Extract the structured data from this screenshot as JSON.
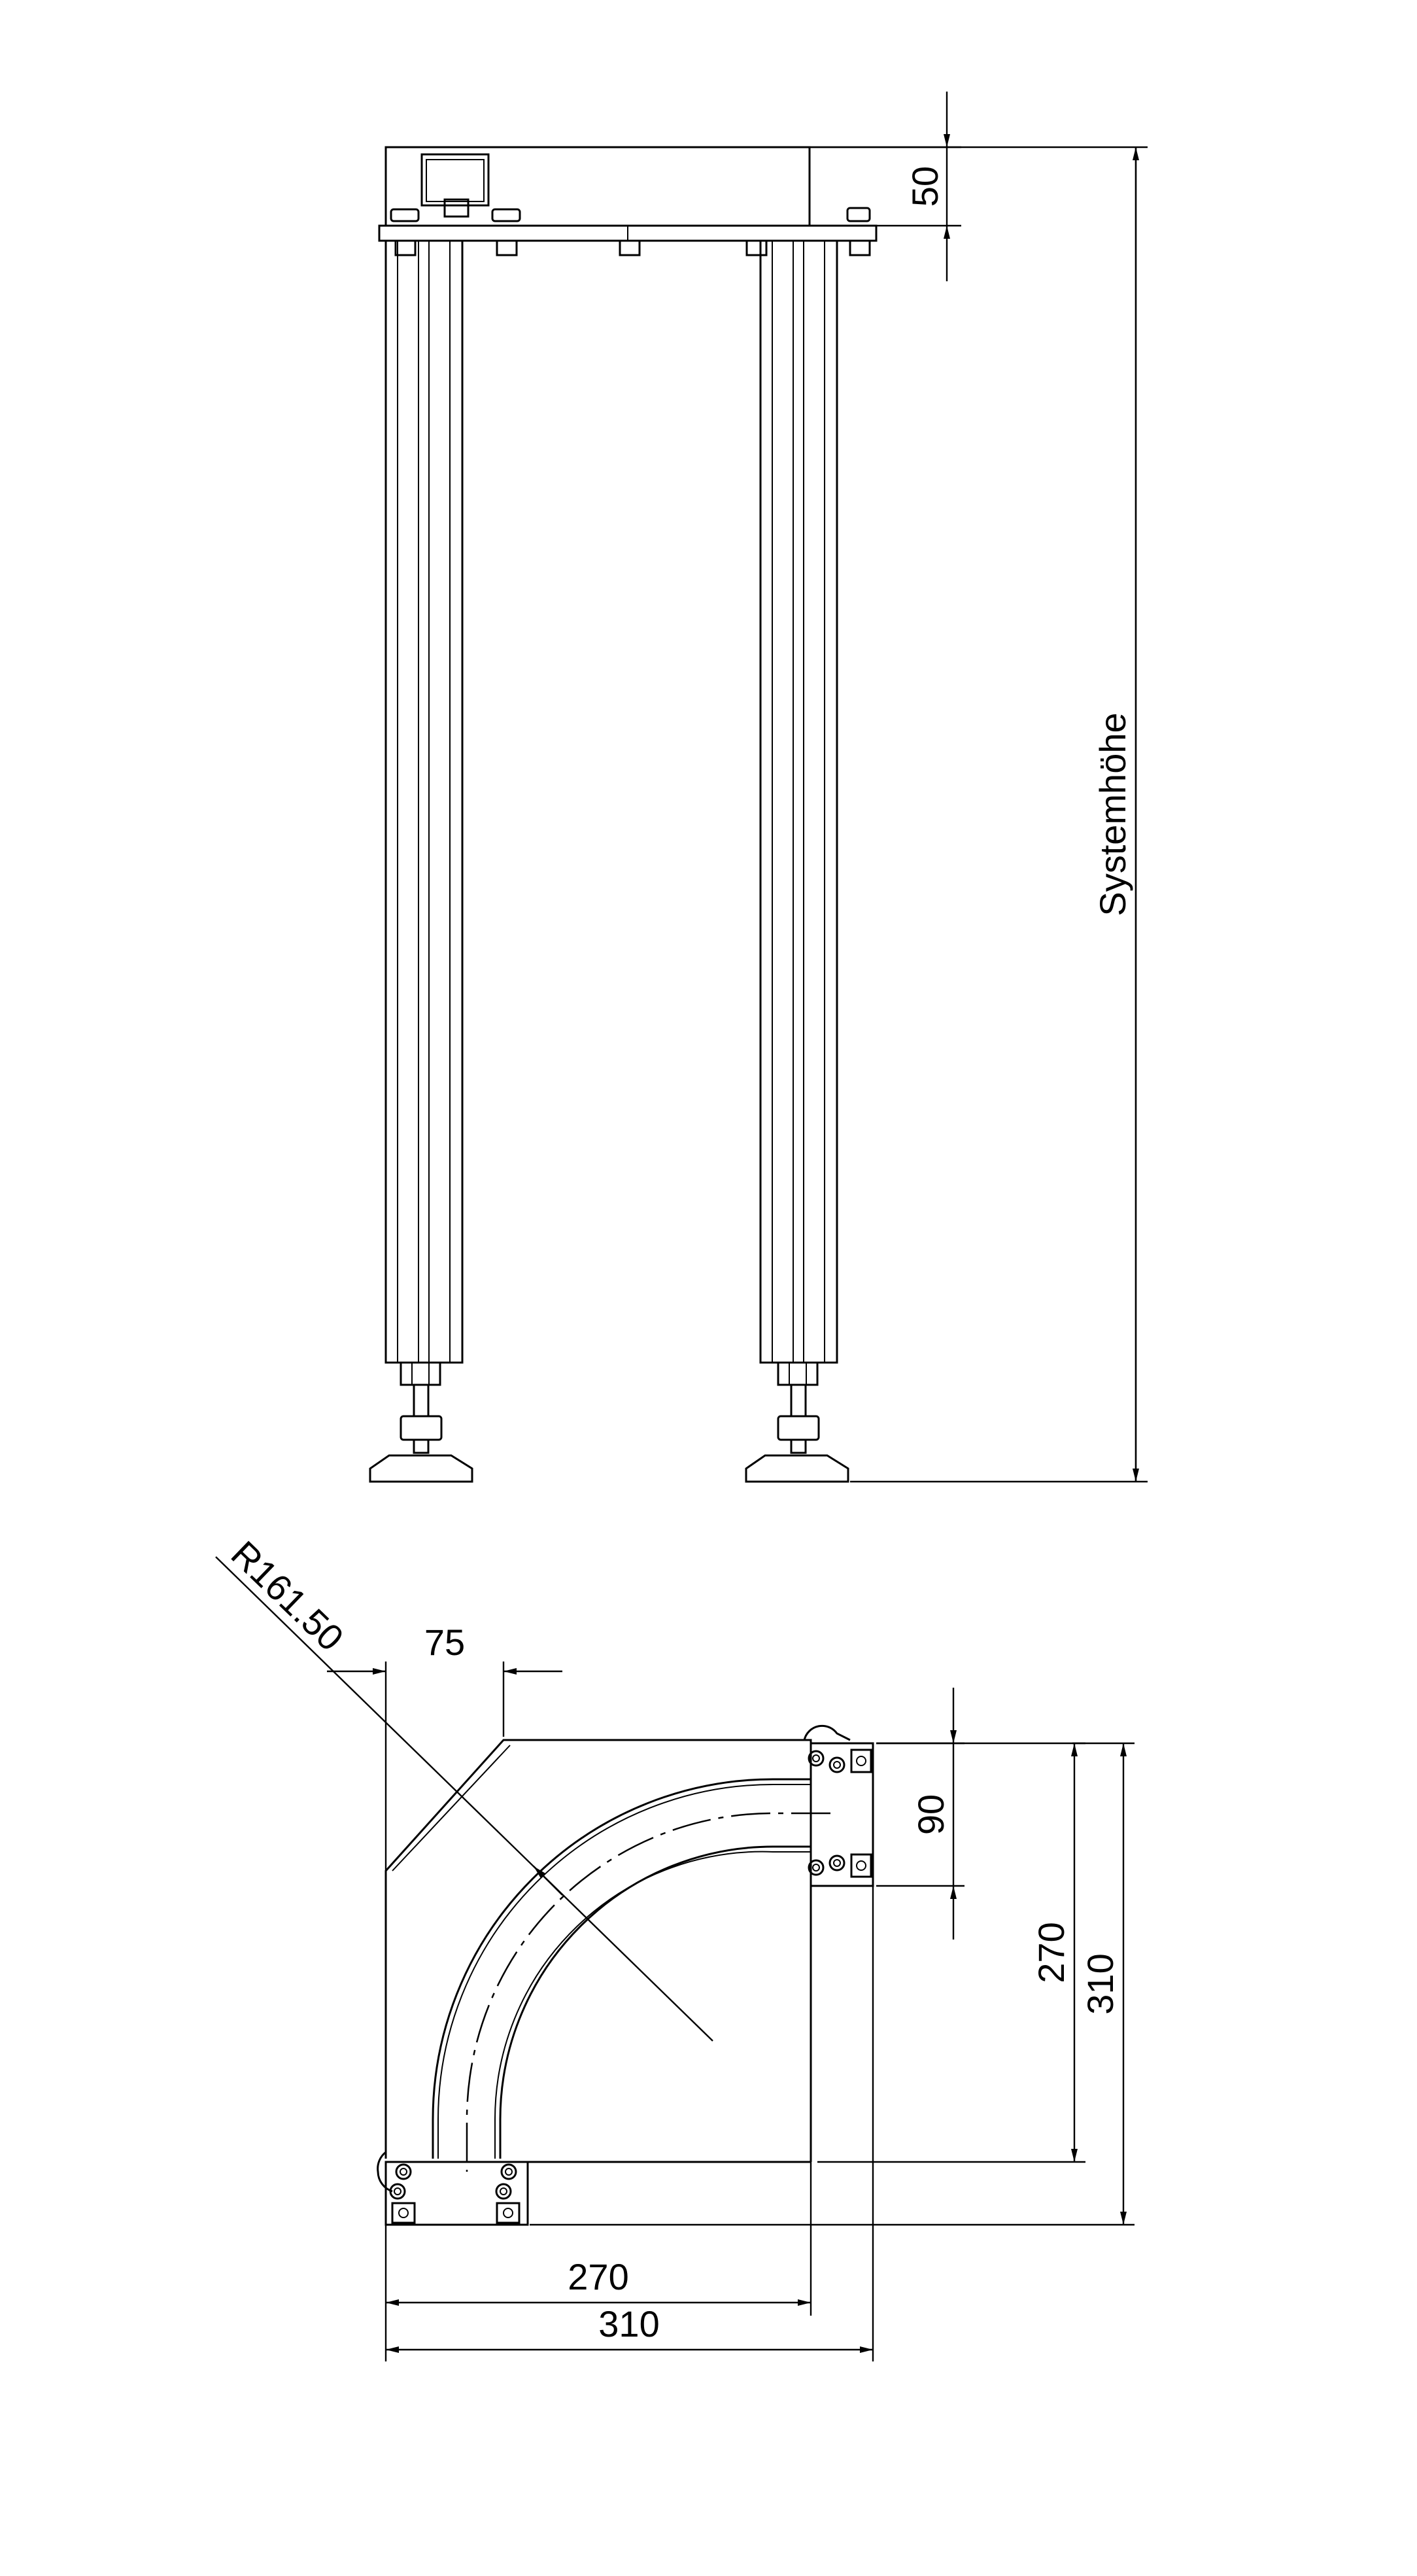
{
  "drawing": {
    "side_view": {
      "dim_top_gap": "50",
      "dim_system_height": "Systemhöhe"
    },
    "top_view": {
      "radius_label": "R161.50",
      "dim_chamfer": "75",
      "dim_end_width": "90",
      "dim_inner_height": "270",
      "dim_outer_height": "310",
      "dim_inner_width": "270",
      "dim_outer_width": "310"
    }
  }
}
